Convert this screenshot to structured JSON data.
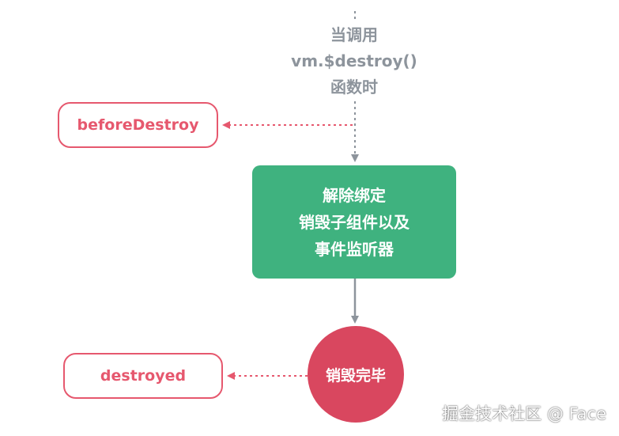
{
  "diagram": {
    "trigger": {
      "lines": [
        "当调用",
        "vm.$destroy()",
        "函数时"
      ]
    },
    "hooks": {
      "before_destroy": "beforeDestroy",
      "destroyed": "destroyed"
    },
    "process": {
      "lines": [
        "解除绑定",
        "销毁子组件以及",
        "事件监听器"
      ]
    },
    "end_state": "销毁完毕",
    "colors": {
      "hook": "#e6586e",
      "process": "#3fb27f",
      "end": "#d9475f",
      "connector": "#8d949c",
      "trigger_text": "#8d949c"
    }
  },
  "watermark": "掘金技术社区 @ Face"
}
